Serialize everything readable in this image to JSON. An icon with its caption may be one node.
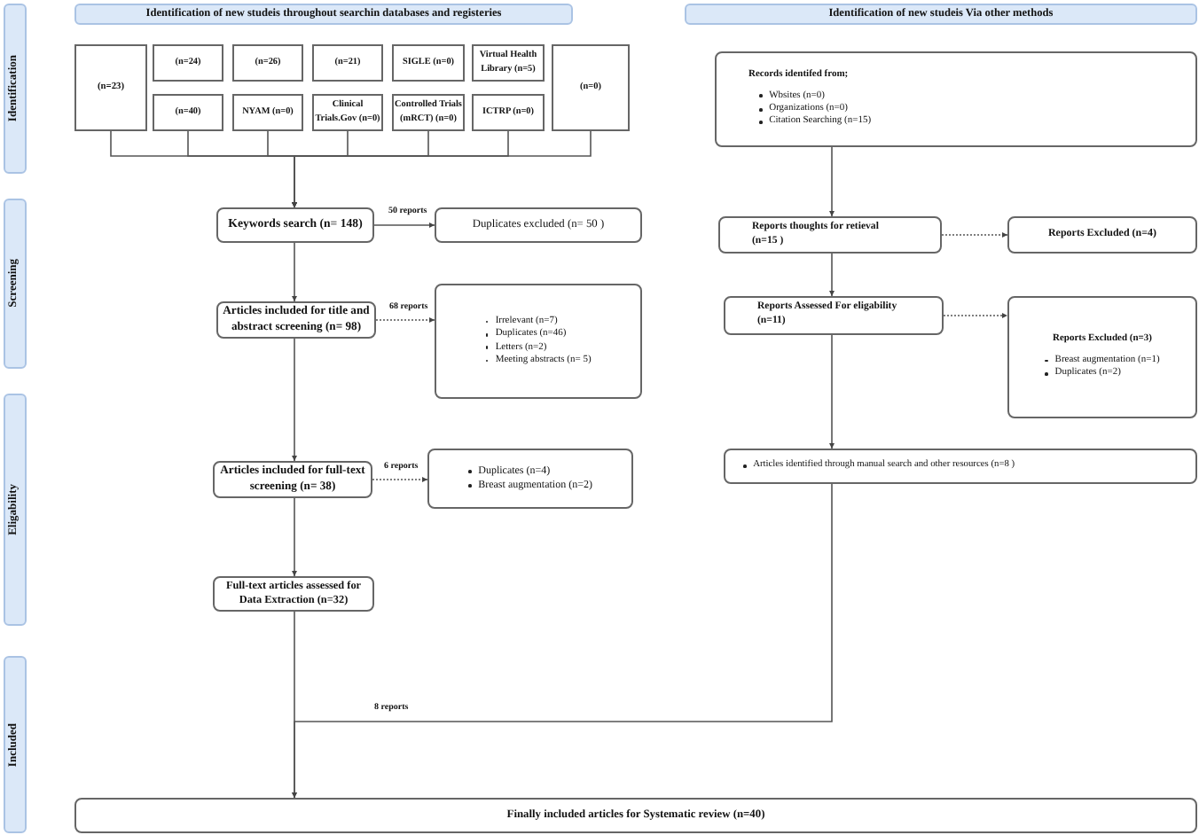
{
  "diagram": {
    "nodes": [
      {
        "text": [
          "Identification"
        ]
      },
      {
        "text": [
          "Identification of new studeis throughout searchin databases and registeries"
        ]
      },
      {
        "text": [
          "Identification of new studeis Via other methods"
        ]
      },
      {
        "text": [
          "(n=23)"
        ]
      },
      {
        "text": [
          "(n=24)"
        ]
      },
      {
        "text": [
          "(n=26)"
        ]
      },
      {
        "text": [
          "(n=21)"
        ]
      },
      {
        "text": [
          "SIGLE (n=0)"
        ]
      },
      {
        "text": [
          "Virtual Health Library (n=5)"
        ]
      },
      {
        "text": [
          "(n=0)"
        ]
      },
      {
        "text": [
          "(n=40)"
        ]
      },
      {
        "text": [
          "NYAM (n=0)"
        ]
      },
      {
        "text": [
          "Clinical Trials.Gov (n=0)"
        ]
      },
      {
        "text": [
          "Controlled Trials (mRCT) (n=0)"
        ]
      },
      {
        "text": [
          "ICTRP (n=0)"
        ]
      },
      {
        "text": [
          "Records identifed from;",
          "Wbsites (n=0)",
          "Organizations (n=0)",
          "Citation Searching (n=15)"
        ]
      },
      {
        "text": [
          "Screening"
        ]
      },
      {
        "text": [
          "Keywords search (n= 148)"
        ]
      },
      {
        "text": [
          "Duplicates excluded (n= 50 )"
        ]
      },
      {
        "text": [
          "Reports thoughts for retieval (n=15 )"
        ]
      },
      {
        "text": [
          "Reports Excluded (n=4)"
        ]
      },
      {
        "text": [
          "Articles included for title and abstract screening (n= 98)"
        ]
      },
      {
        "text": [
          "Reports Assessed For eligability (n=11)"
        ]
      },
      {
        "text": [
          "Irrelevant (n=7)",
          "Duplicates (n=46)",
          "Letters (n=2)",
          "Meeting abstracts (n= 5)"
        ]
      },
      {
        "text": [
          "Reports Excluded (n=3)",
          "Breast augmentation (n=1)",
          "Duplicates (n=2)"
        ]
      },
      {
        "text": [
          "Eligability"
        ]
      },
      {
        "text": [
          "Articles identified through manual search and other resources (n=8 )"
        ]
      },
      {
        "text": [
          "Articles included for full-text screening (n= 38)"
        ]
      },
      {
        "text": [
          "Duplicates (n=4)",
          "Breast augmentation (n=2)"
        ]
      },
      {
        "text": [
          "Full-text articles assessed for Data Extraction (n=32)"
        ]
      },
      {
        "text": [
          "Included"
        ]
      },
      {
        "text": [
          "Finally included articles for Systematic review (n=40)"
        ]
      }
    ],
    "edges": [
      {
        "from": 3,
        "to": 17,
        "arrow": "to"
      },
      {
        "from": 10,
        "to": 17,
        "arrow": "to"
      },
      {
        "from": 11,
        "to": 17,
        "arrow": "to"
      },
      {
        "from": 12,
        "to": 17,
        "arrow": "to"
      },
      {
        "from": 13,
        "to": 17,
        "arrow": "to"
      },
      {
        "from": 14,
        "to": 17,
        "arrow": "to"
      },
      {
        "from": 9,
        "to": 17,
        "arrow": "to"
      },
      {
        "from": 17,
        "to": 18,
        "arrow": "to",
        "label": "50 reports"
      },
      {
        "from": 17,
        "to": 21,
        "arrow": "to"
      },
      {
        "from": 21,
        "to": 23,
        "arrow": "to",
        "label": "68 reports",
        "style": "dashed"
      },
      {
        "from": 21,
        "to": 27,
        "arrow": "to"
      },
      {
        "from": 27,
        "to": 28,
        "arrow": "to",
        "label": "6 reports",
        "style": "dashed"
      },
      {
        "from": 27,
        "to": 29,
        "arrow": "to"
      },
      {
        "from": 29,
        "to": 31,
        "arrow": "to"
      },
      {
        "from": 15,
        "to": 19,
        "arrow": "to"
      },
      {
        "from": 19,
        "to": 20,
        "arrow": "to",
        "style": "dashed"
      },
      {
        "from": 19,
        "to": 22,
        "arrow": "to"
      },
      {
        "from": 22,
        "to": 24,
        "arrow": "to",
        "style": "dashed"
      },
      {
        "from": 22,
        "to": 26,
        "arrow": "to"
      },
      {
        "from": 26,
        "to": 31,
        "arrow": "to",
        "label": "8 reports"
      }
    ]
  }
}
